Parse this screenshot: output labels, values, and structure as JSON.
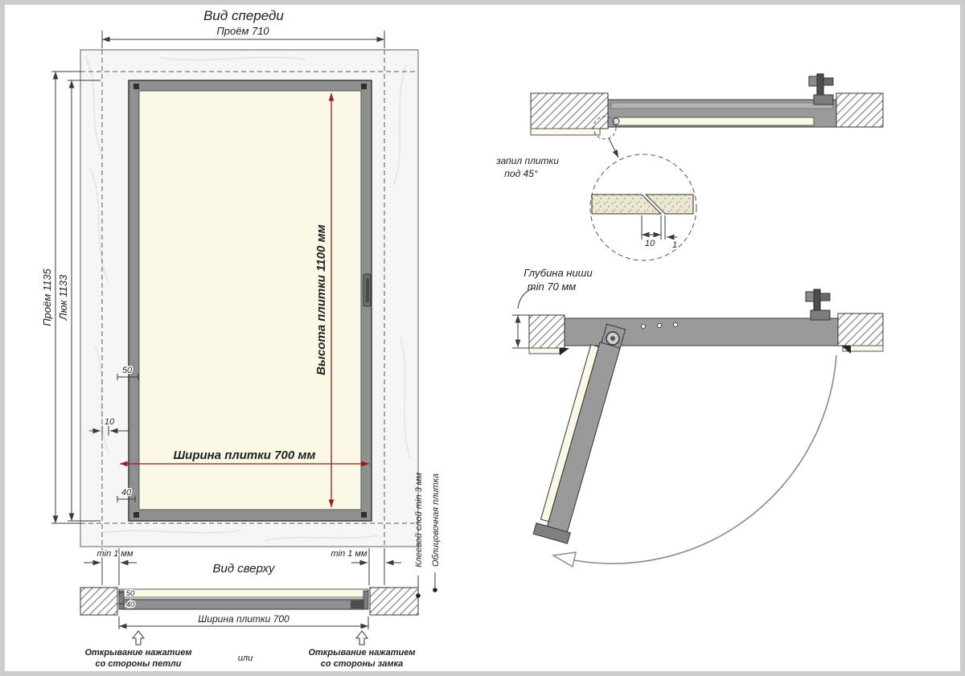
{
  "front_view": {
    "title": "Вид спереди",
    "dim_opening_width": "Проём 710",
    "dim_opening_height": "Проём 1135",
    "dim_hatch_height": "Люк 1133",
    "dim_tile_height": "Высота плитки 1100 мм",
    "dim_tile_width": "Ширина плитки 700 мм",
    "dim_50": "50",
    "dim_10": "10",
    "dim_40": "40",
    "dim_min_left": "min 1 мм",
    "dim_min_right": "min 1 мм"
  },
  "top_view": {
    "title": "Вид сверху",
    "dim_50": "50",
    "dim_40": "40",
    "dim_tile_width": "Ширина плитки 700",
    "open_hinge_line1": "Открывание нажатием",
    "open_hinge_line2": "со стороны петли",
    "or_label": "или",
    "open_lock_line1": "Открывание нажатием",
    "open_lock_line2": "со стороны замка",
    "glue_label": "Клеевой слой min 3 мм",
    "tile_label": "Облицовочная плитка"
  },
  "section_view": {
    "cut_line1": "запил плитки",
    "cut_line2": "под 45°",
    "dim_10": "10",
    "dim_1": "1"
  },
  "side_view": {
    "niche_line1": "Глубина ниши",
    "niche_line2": "min 70 мм"
  },
  "colors": {
    "dimension_red": "#9b1b1b",
    "frame_gray": "#8f8f8f",
    "tile_cream": "#fbf9e6",
    "wall_light": "#f6f6f6",
    "line_dark": "#333333"
  }
}
